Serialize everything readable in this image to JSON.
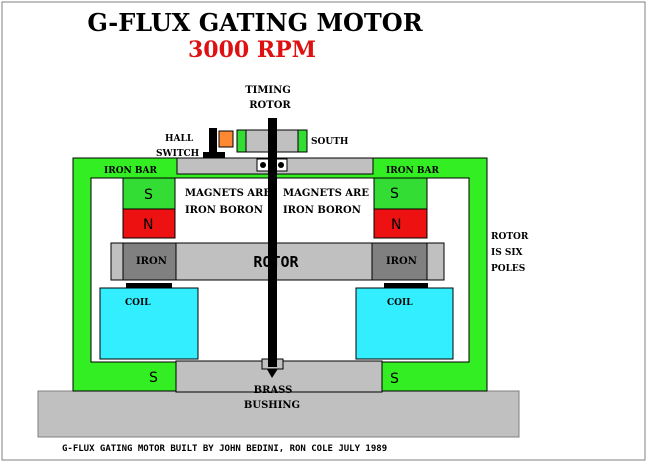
{
  "title": "G-FLUX GATING MOTOR",
  "speed": "3000 RPM",
  "labels": {
    "timing_rotor_line1": "TIMING",
    "timing_rotor_line2": "ROTOR",
    "hall_line1": "HALL",
    "hall_line2": "SWITCH",
    "south": "SOUTH",
    "iron_bar_left": "IRON BAR",
    "iron_bar_right": "IRON BAR",
    "magnets_left_line1": "MAGNETS ARE",
    "magnets_left_line2": "IRON BORON",
    "magnets_right_line1": "MAGNETS ARE",
    "magnets_right_line2": "IRON BORON",
    "rotor_note_line1": "ROTOR",
    "rotor_note_line2": "IS SIX",
    "rotor_note_line3": "POLES",
    "rotor": "ROTOR",
    "iron_left": "IRON",
    "iron_right": "IRON",
    "coil_left": "COIL",
    "coil_right": "COIL",
    "magnet_s": "S",
    "magnet_n": "N",
    "foot_s": "S",
    "brass_line1": "BRASS",
    "brass_line2": "BUSHING",
    "footer": "G-FLUX GATING MOTOR BUILT BY JOHN BEDINI, RON COLE JULY 1989"
  },
  "colors": {
    "frame_green": "#33ee22",
    "magnet_green": "#33dd33",
    "magnet_red": "#ee1111",
    "coil_cyan": "#33eeff",
    "steel_gray": "#c0c0c0",
    "iron_gray": "#808080",
    "hall_orange": "#ff8833",
    "speed_red": "#dd1111",
    "shaft": "#000000"
  }
}
